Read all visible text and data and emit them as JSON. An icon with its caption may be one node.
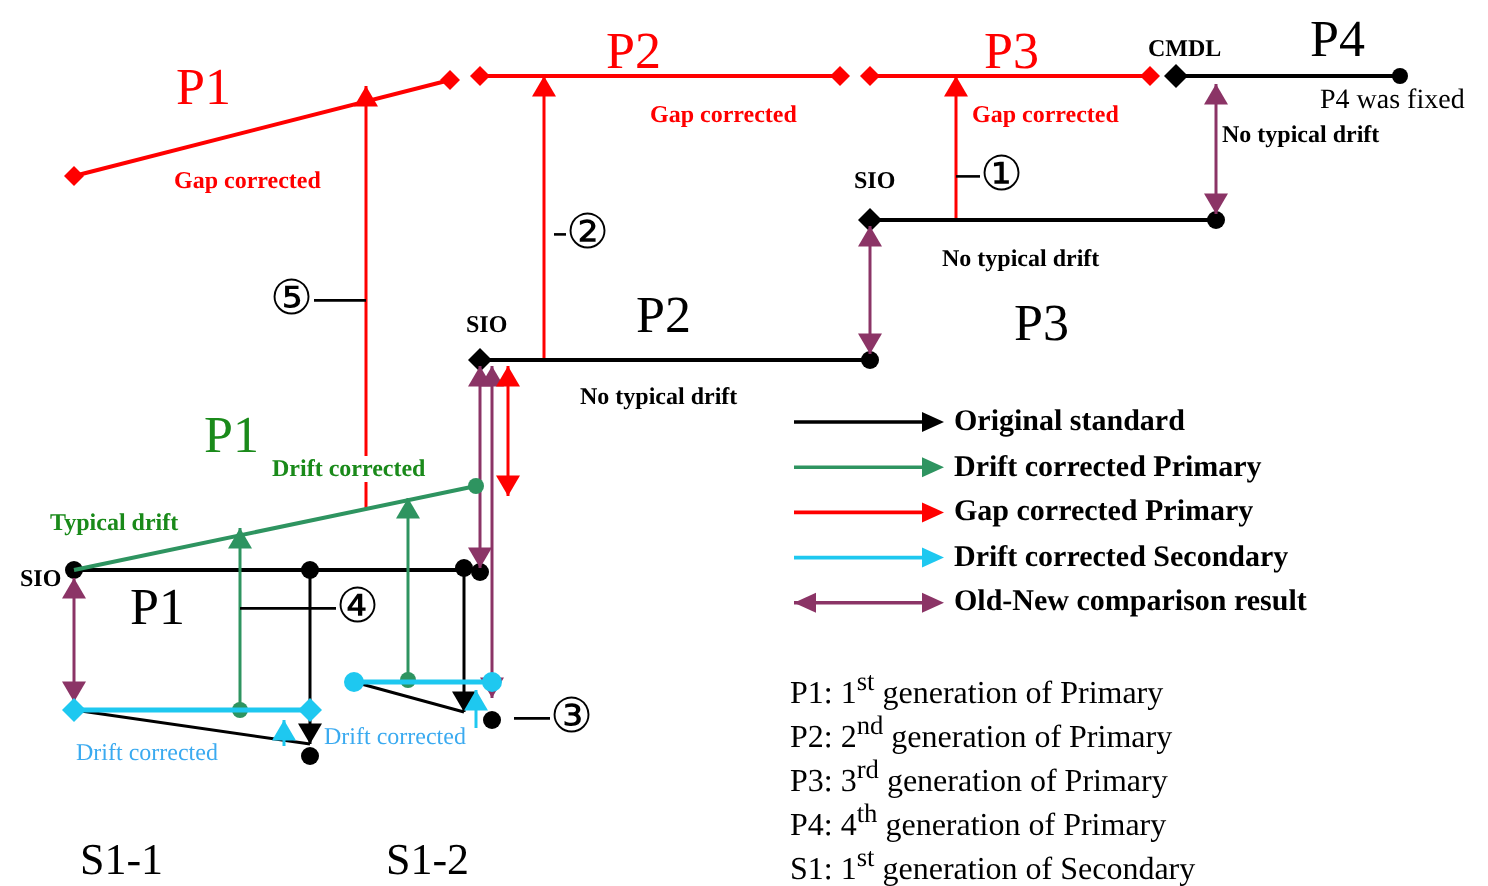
{
  "diagram": {
    "nodes": [
      {
        "text": [
          "①"
        ]
      },
      {
        "text": [
          "②"
        ]
      },
      {
        "text": [
          "③"
        ]
      },
      {
        "text": [
          "④"
        ]
      },
      {
        "text": [
          "⑤"
        ]
      }
    ],
    "edges": [
      {
        "from": 0,
        "to": null,
        "arrow": "none"
      },
      {
        "from": 1,
        "to": null,
        "arrow": "none"
      },
      {
        "from": 2,
        "to": null,
        "arrow": "none"
      },
      {
        "from": 3,
        "to": null,
        "arrow": "none"
      },
      {
        "from": 4,
        "to": null,
        "arrow": "none"
      }
    ],
    "labels": [
      "P1",
      "P2",
      "P3",
      "CMDL",
      "P4",
      "P4 was fixed",
      "Gap corrected",
      "Gap corrected",
      "Gap corrected",
      "No typical drift",
      "SIO",
      "No typical drift",
      "SIO",
      "P2",
      "P3",
      "No typical drift",
      "P1",
      "Drift corrected",
      "Typical drift",
      "SIO",
      "P1",
      "Drift corrected",
      "Drift corrected",
      "S1-1",
      "S1-2",
      "P1: 1$^{st}$ generation of Primary",
      "P2: 2$^{nd}$ generation of Primary",
      "P3: 3$^{rd}$ generation of Primary",
      "P4: 4$^{th}$ generation of Primary",
      "S1: 1$^{st}$ generation of Secondary"
    ],
    "legend": [
      {
        "text": "Original standard"
      },
      {
        "text": "Drift corrected Primary"
      },
      {
        "text": "Gap corrected Primary"
      },
      {
        "text": "Drift corrected Secondary"
      },
      {
        "text": "Old-New comparison result"
      }
    ]
  }
}
